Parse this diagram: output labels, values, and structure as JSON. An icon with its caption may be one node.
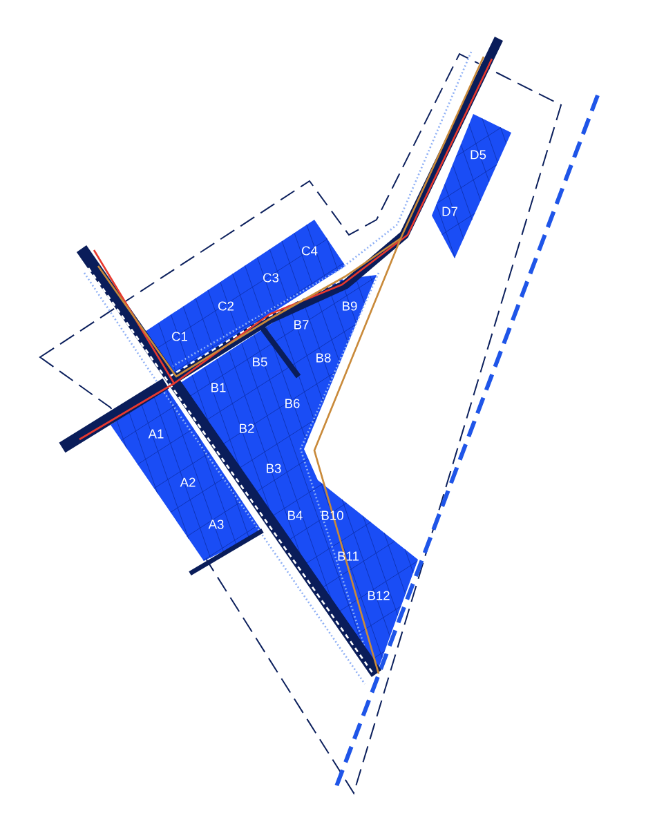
{
  "diagram": {
    "labels": [
      "D5",
      "D7",
      "C4",
      "C3",
      "C2",
      "B9",
      "B7",
      "C1",
      "B8",
      "B5",
      "B1",
      "B6",
      "A1",
      "B2",
      "A2",
      "B3",
      "B4",
      "B10",
      "A3",
      "B11",
      "B12"
    ]
  }
}
